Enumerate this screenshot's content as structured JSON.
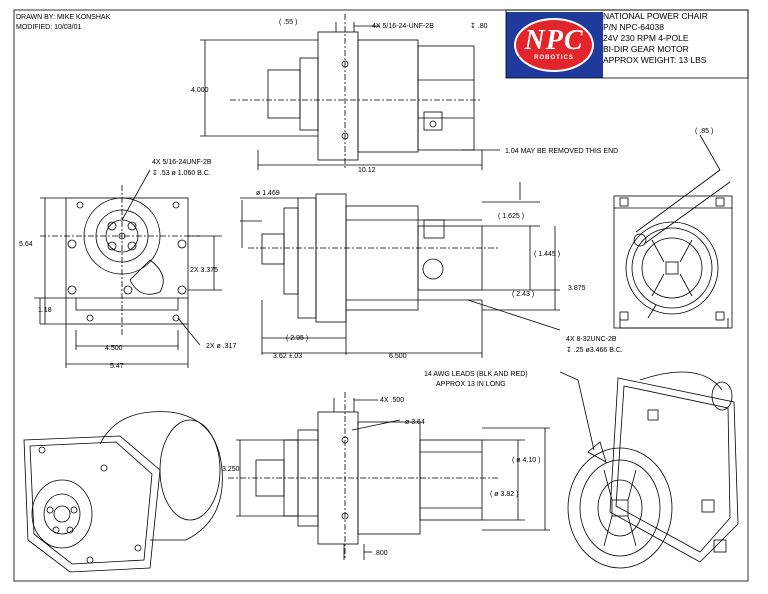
{
  "header": {
    "drawn_by": "DRAWN BY: MIKE KONSHAK",
    "modified": "MODIFIED: 10/03/01"
  },
  "logo": {
    "text": "NPC",
    "subtext": "ROBOTICS",
    "colors": {
      "background": "#1f3a9a",
      "oval": "#e2242b",
      "text": "#ffffff"
    }
  },
  "title_block": {
    "line1": "NATIONAL POWER CHAIR",
    "line2": "P/N NPC-64038",
    "line3": "24V 230 RPM 4-POLE",
    "line4": "BI-DIR GEAR MOTOR",
    "line5": "APPROX WEIGHT: 13 LBS"
  },
  "dims": {
    "top_55": "( .55 )",
    "top_thread": "4X 5/16-24-UNF-2B",
    "top_depth": "↧ .80",
    "top_4000": "4.000",
    "top_1012": "10.12",
    "top_104": "1.04   MAY BE REMOVED THIS END",
    "front_thread": "4X 5/16-24UNF-2B",
    "front_depth": "↧ .53   ø 1.060 B.C.",
    "front_564": "5.64",
    "front_3375": "2X   3.375",
    "front_118": "1.18",
    "front_4500": "4.500",
    "front_547": "5.47",
    "front_317": "2X   ø  .317",
    "side_1469": "ø  1.469",
    "side_1625": "( 1.625   )",
    "side_1445": "( 1.445   )",
    "side_243": "( 2.43  )",
    "side_3875": "3.875",
    "side_295": "( 2.95  )",
    "side_362": "3.62   ±.03",
    "side_6500": "6.500",
    "side_thread": "4X 8-32UNC-2B",
    "side_depth": "↧ .25 ø3.466 B.C.",
    "right_85": "( .85  )",
    "leads_1": "14 AWG LEADS (BLK AND RED)",
    "leads_2": "APPROX 13 IN LONG",
    "bot_4x500": "4X   .500",
    "bot_364": "ø  3.64",
    "bot_3250": "3.250",
    "bot_410": "( ø  4.10   )",
    "bot_382": "( ø  3.82   )",
    "bot_800": ".800"
  }
}
